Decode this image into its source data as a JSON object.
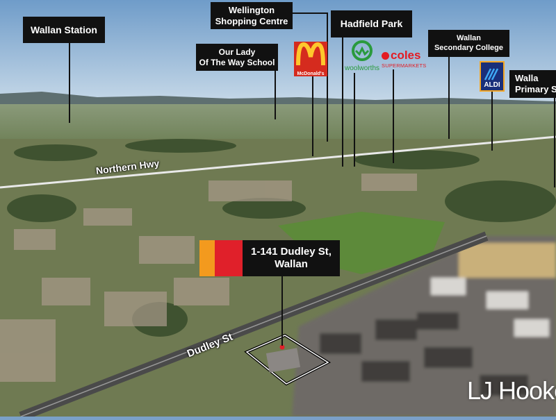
{
  "labels": {
    "wallan_station": "Wallan Station",
    "wellington_line1": "Wellington",
    "wellington_line2": "Shopping Centre",
    "hadfield_park": "Hadfield Park",
    "our_lady_line1": "Our Lady",
    "our_lady_line2": "Of The Way School",
    "secondary_line1": "Wallan",
    "secondary_line2": "Secondary College",
    "primary_line1": "Walla",
    "primary_line2": "Primary S"
  },
  "property": {
    "address_line1": "1-141 Dudley St,",
    "address_line2": "Wallan"
  },
  "roads": {
    "northern_hwy": "Northern Hwy",
    "dudley_st": "Dudley St"
  },
  "brands": {
    "mcdonalds": "McDonald's",
    "woolworths": "woolworths",
    "coles": "coles",
    "coles_sub": "SUPERMARKETS",
    "aldi": "ALDI",
    "agency": "LJ Hooke"
  },
  "colors": {
    "label_bg": "#111111",
    "accent_red": "#e0202a",
    "accent_orange": "#f39a1e",
    "coles_red": "#e31b23",
    "woolworths_green": "#2a9a3d",
    "aldi_blue": "#1a2f7a",
    "mcd_yellow": "#ffc72c"
  }
}
